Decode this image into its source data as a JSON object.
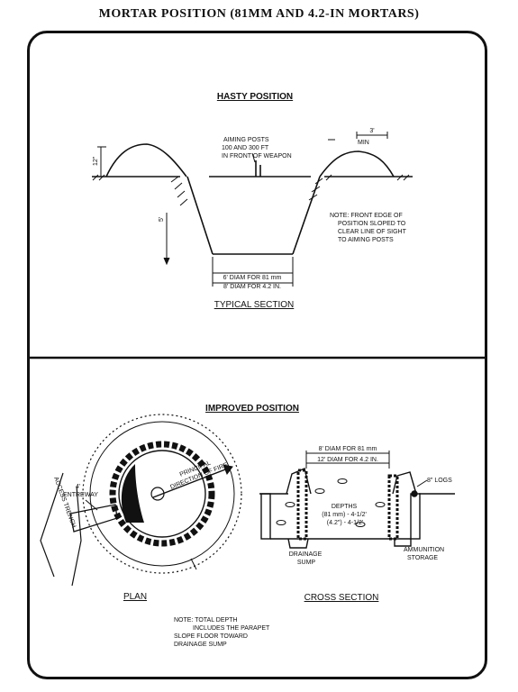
{
  "title": "MORTAR  POSITION (81MM AND 4.2-IN MORTARS)",
  "hasty": {
    "heading": "HASTY POSITION",
    "aiming_posts": [
      "AIMING POSTS",
      "100  AND 300 FT",
      "IN FRONT OF WEAPON"
    ],
    "parapet_height": "12\"",
    "min_label": "3'",
    "min_unit": "MIN",
    "depth_label": "5'",
    "note": [
      "NOTE: FRONT EDGE OF",
      "POSITION SLOPED TO",
      "CLEAR LINE OF SIGHT",
      "TO AIMING POSTS"
    ],
    "dim_81": "6' DIAM FOR 81 mm",
    "dim_42": "8' DIAM FOR 4.2  IN.",
    "caption": "TYPICAL  SECTION"
  },
  "improved": {
    "heading": "IMPROVED POSITION",
    "entryway": [
      "4'",
      "ENTREWAY"
    ],
    "access_trench": "ACCESS TRENCH",
    "principal_fire": [
      "PRINCIPAL",
      "DIRECTION OF FIRE"
    ],
    "plan_caption": "PLAN",
    "dim_81": "8' DIAM FOR 81 mm",
    "dim_42": "12' DIAM FOR 4.2  IN.",
    "logs": "8\"  LOGS",
    "depth": [
      "DEPTHS",
      "(81 mm) - 4-1/2'",
      "(4.2\") - 4-1/2'"
    ],
    "sump": [
      "DRAINAGE",
      "SUMP"
    ],
    "ammo": [
      "AMMUNITION",
      "STORAGE"
    ],
    "cross_caption": "CROSS  SECTION",
    "note": [
      "NOTE: TOTAL DEPTH",
      "INCLUDES THE PARAPET",
      "SLOPE FLOOR TOWARD",
      "DRAINAGE SUMP"
    ]
  }
}
